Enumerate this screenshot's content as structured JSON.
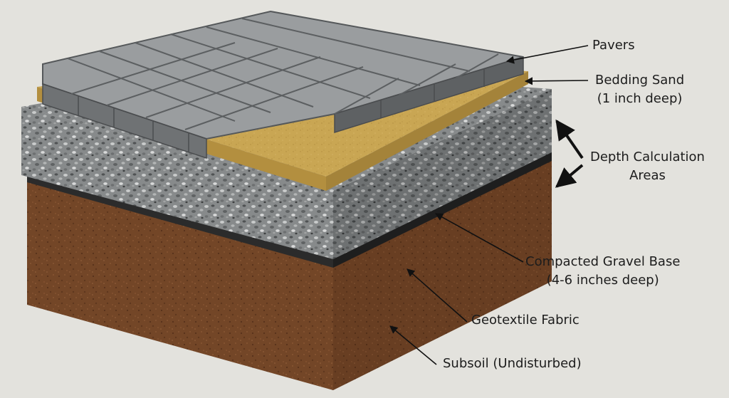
{
  "labels": {
    "pavers": {
      "line1": "Pavers"
    },
    "bedding_sand": {
      "line1": "Bedding Sand",
      "line2": "(1 inch deep)"
    },
    "depth_calc": {
      "line1": "Depth Calculation",
      "line2": "Areas"
    },
    "gravel_base": {
      "line1": "Compacted Gravel Base",
      "line2": "(4-6 inches deep)"
    },
    "geotextile": {
      "line1": "Geotextile Fabric"
    },
    "subsoil": {
      "line1": "Subsoil (Undisturbed)"
    }
  },
  "colors": {
    "background": "#e3e2dd",
    "paver": "#8d9092",
    "sand": "#c9a653",
    "gravel": "#8c8e8e",
    "fabric": "#2b2b2b",
    "soil": "#7a4a2a"
  }
}
